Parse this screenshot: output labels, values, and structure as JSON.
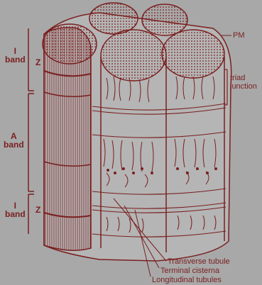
{
  "colors": {
    "background": "#a8a8a8",
    "ink": "#7a1f1f"
  },
  "labels": {
    "i_band_top": [
      "I",
      "band"
    ],
    "z_top": "Z",
    "a_band": [
      "A",
      "band"
    ],
    "i_band_bottom": [
      "I",
      "band"
    ],
    "z_bottom": "Z",
    "pm": "PM",
    "triad": [
      "triad",
      "junction"
    ],
    "transverse_tubule": "Transverse tubule",
    "terminal_cisterna": "Terminal cisterna",
    "longitudinal_tubules": "Longitudinal tubules"
  }
}
